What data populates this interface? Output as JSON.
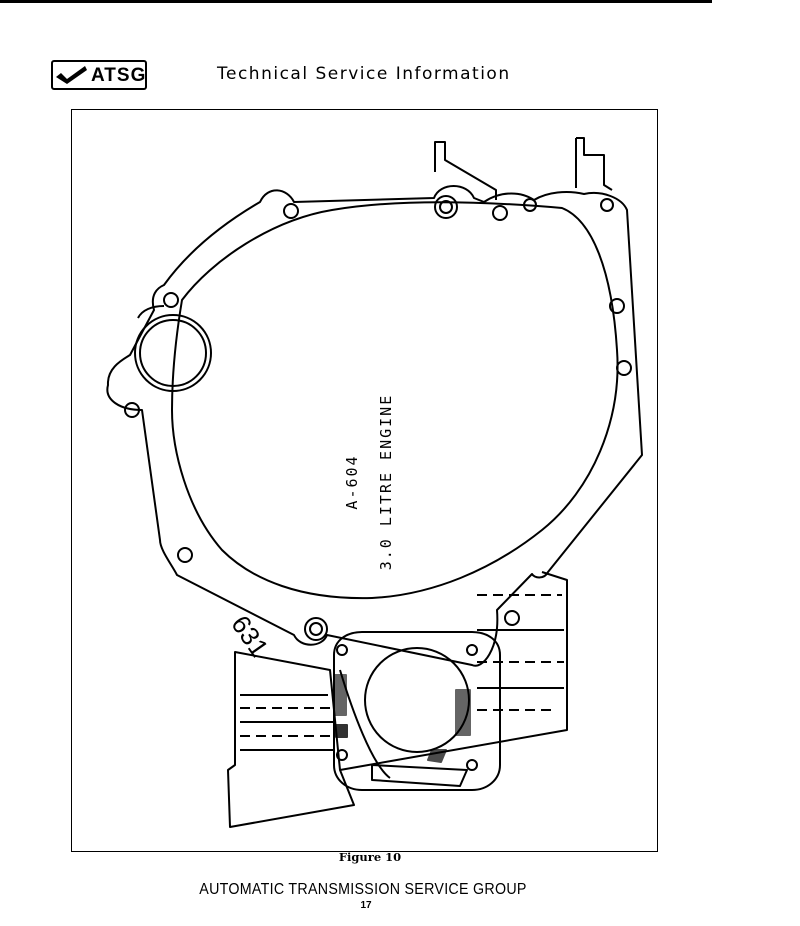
{
  "header": {
    "logo_text": "ATSG",
    "title": "Technical Service Information"
  },
  "figure": {
    "label_model": "A-604",
    "label_engine": "3.0 LITRE ENGINE",
    "casting_number": "631",
    "caption": "Figure 10"
  },
  "footer": {
    "organization": "AUTOMATIC TRANSMISSION SERVICE GROUP",
    "page_number": "17"
  },
  "icons": {
    "logo": "checkmark-logo-icon"
  }
}
